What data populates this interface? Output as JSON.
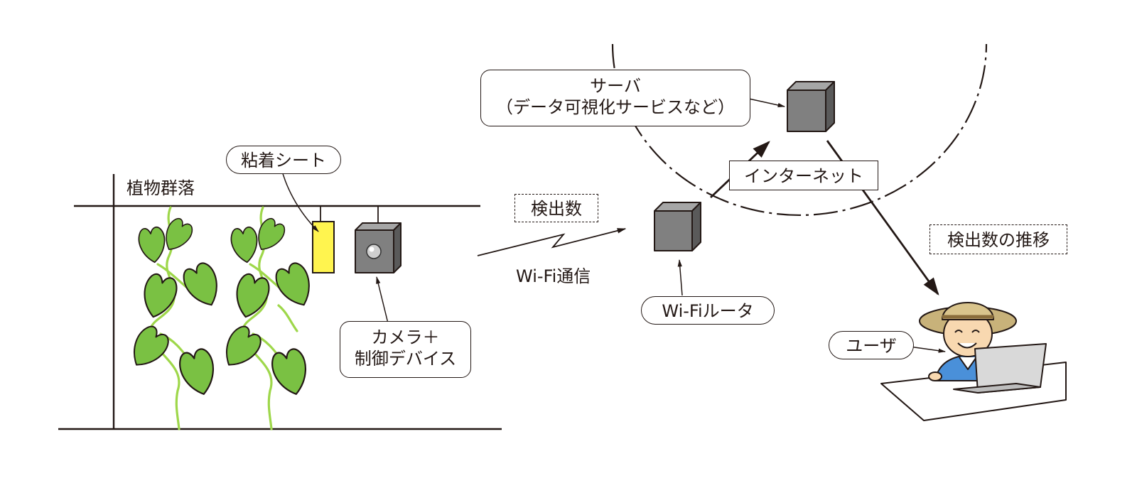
{
  "labels": {
    "plant_community": "植物群落",
    "sticky_sheet": "粘着シート",
    "camera_device": [
      "カメラ＋",
      "制御デバイス"
    ],
    "detection_count": "検出数",
    "wifi_comm": "Wi-Fi通信",
    "wifi_router": "Wi-Fiルータ",
    "server": [
      "サーバ",
      "（データ可視化サービスなど）"
    ],
    "internet": "インターネット",
    "detection_trend": "検出数の推移",
    "user": "ユーザ"
  },
  "colors": {
    "line": "#231815",
    "leaf": "#7ac143",
    "vine": "#9ed74a",
    "sticky_sheet": "#fff44f",
    "device": "#808080",
    "device_top": "#a6a6a6",
    "device_side": "#5a5a5a"
  }
}
